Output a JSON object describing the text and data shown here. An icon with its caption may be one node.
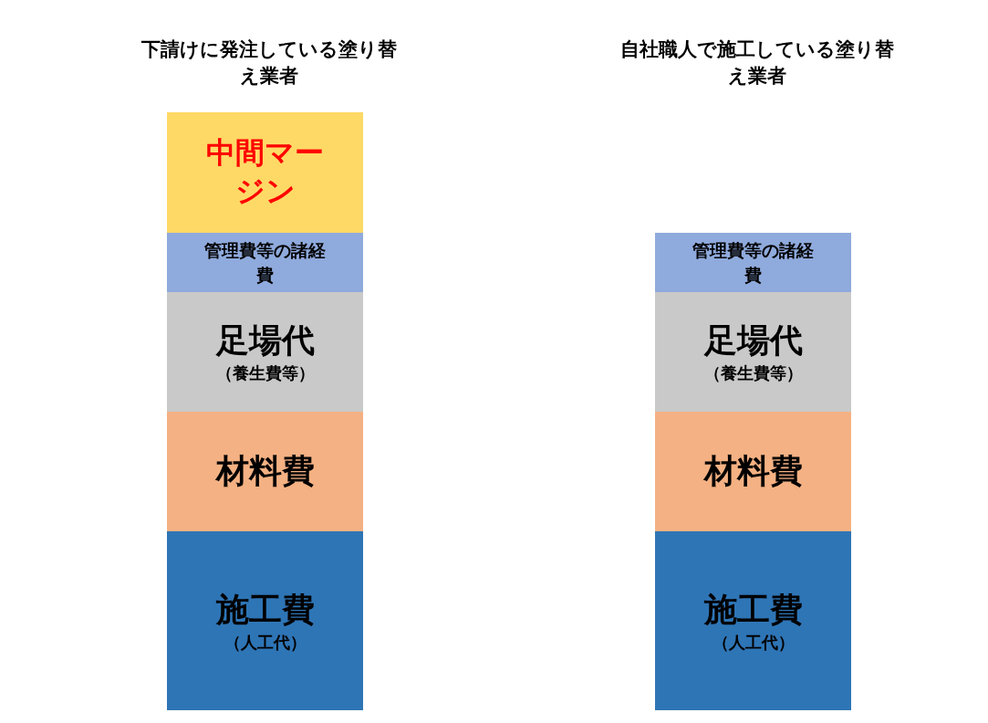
{
  "diagram": {
    "nodes": [
      {
        "text": [
          "中間マージン"
        ]
      },
      {
        "text": [
          "管理費等の諸経費"
        ]
      },
      {
        "text": [
          "足場代",
          "（養生費等）"
        ]
      },
      {
        "text": [
          "材料費"
        ]
      },
      {
        "text": [
          "施工費",
          "（人工代）"
        ]
      },
      {
        "text": [
          "管理費等の諸経費"
        ]
      },
      {
        "text": [
          "足場代",
          "（養生費等）"
        ]
      },
      {
        "text": [
          "材料費"
        ]
      },
      {
        "text": [
          "施工費",
          "（人工代）"
        ]
      }
    ],
    "labels": [
      "下請けに発注している塗り替え業者",
      "自社職人で施工している塗り替え業者"
    ]
  }
}
